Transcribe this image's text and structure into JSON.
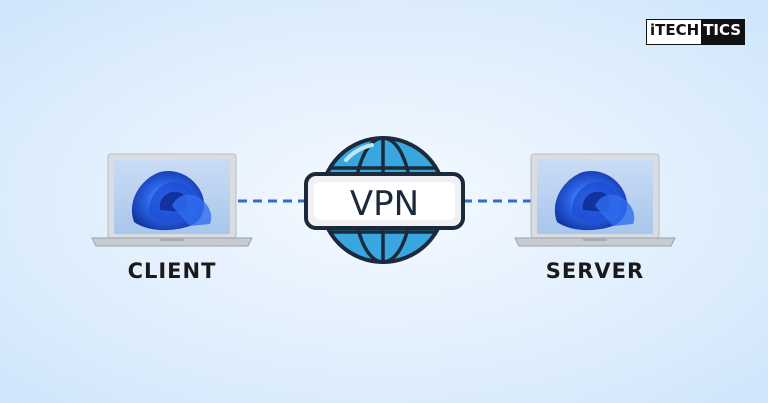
{
  "brand": {
    "part_a": "iTECH",
    "part_b": "TICS",
    "full_text": "iTECHTICS"
  },
  "center": {
    "label": "VPN"
  },
  "nodes": [
    {
      "id": "client",
      "label": "CLIENT"
    },
    {
      "id": "server",
      "label": "SERVER"
    }
  ],
  "colors": {
    "globe_fill": "#3aa6df",
    "globe_stroke": "#1a2a3a",
    "connector": "#2d6ec9",
    "wallpaper": "#1c4fd8",
    "laptop_body": "#cfd3d8"
  },
  "icons": [
    "laptop-icon",
    "globe-icon",
    "windows-bloom-wallpaper"
  ]
}
